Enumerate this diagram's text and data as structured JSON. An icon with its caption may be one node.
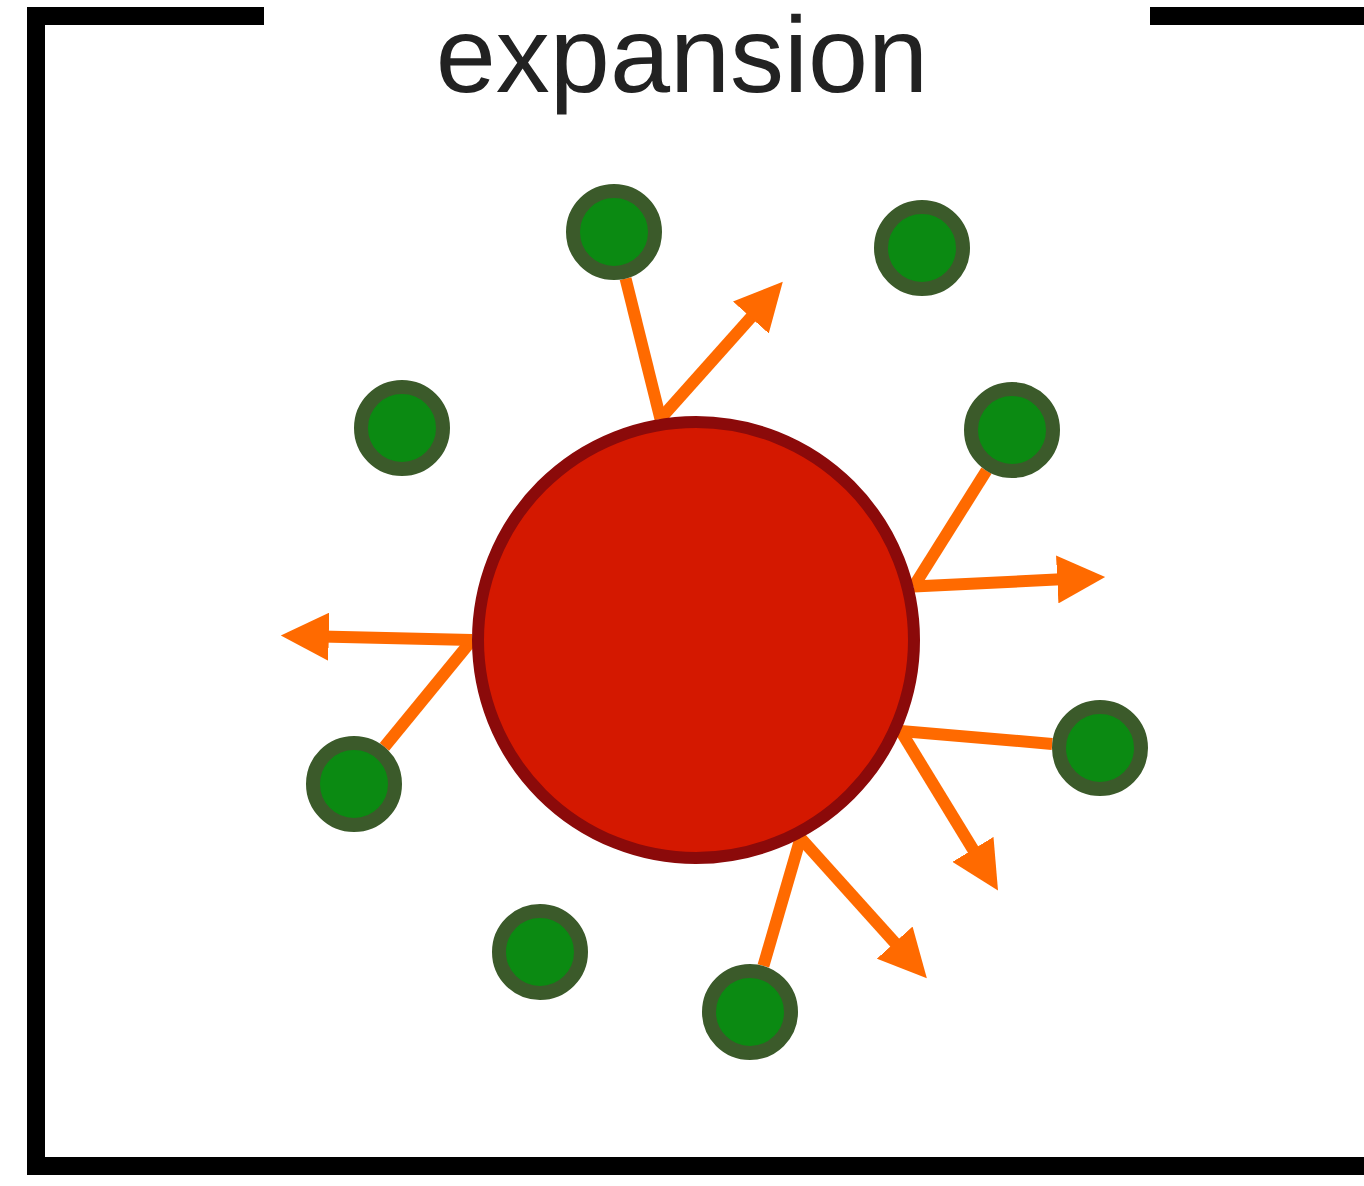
{
  "diagram": {
    "title": "expansion",
    "nodes": [
      {
        "text": [],
        "shape": "circle"
      },
      {
        "text": [],
        "shape": "circle"
      },
      {
        "text": [],
        "shape": "circle"
      },
      {
        "text": [],
        "shape": "circle"
      },
      {
        "text": [],
        "shape": "circle"
      },
      {
        "text": [],
        "shape": "circle"
      },
      {
        "text": [],
        "shape": "circle"
      },
      {
        "text": [],
        "shape": "circle"
      },
      {
        "text": [],
        "shape": "circle"
      }
    ],
    "edges": [
      {
        "from": 1,
        "to": 0,
        "arrow": "none",
        "color": "#ff6a00"
      },
      {
        "from": 0,
        "to": null,
        "arrow": "to",
        "color": "#ff6a00"
      },
      {
        "from": 4,
        "to": 0,
        "arrow": "none",
        "color": "#ff6a00"
      },
      {
        "from": 0,
        "to": null,
        "arrow": "to",
        "color": "#ff6a00"
      },
      {
        "from": 6,
        "to": 0,
        "arrow": "none",
        "color": "#ff6a00"
      },
      {
        "from": 0,
        "to": null,
        "arrow": "to",
        "color": "#ff6a00"
      },
      {
        "from": 5,
        "to": 0,
        "arrow": "none",
        "color": "#ff6a00"
      },
      {
        "from": 0,
        "to": null,
        "arrow": "to",
        "color": "#ff6a00"
      },
      {
        "from": 8,
        "to": 0,
        "arrow": "none",
        "color": "#ff6a00"
      },
      {
        "from": 0,
        "to": null,
        "arrow": "to",
        "color": "#ff6a00"
      }
    ]
  }
}
